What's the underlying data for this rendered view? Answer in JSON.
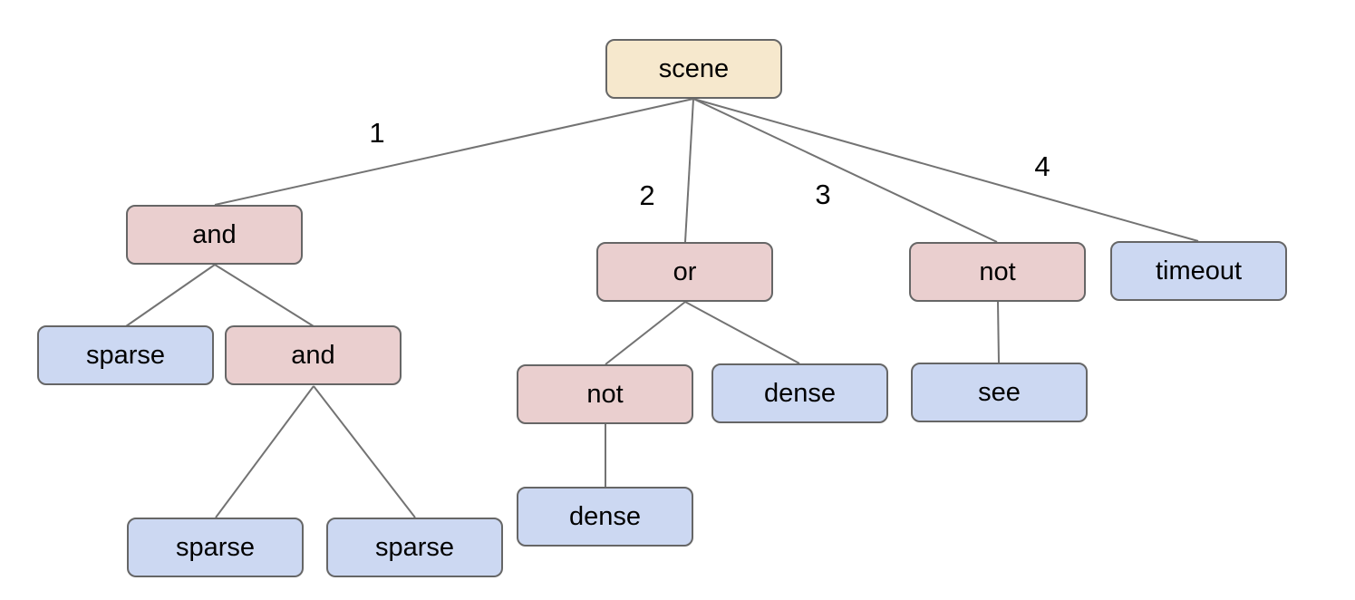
{
  "diagram": {
    "type": "tree",
    "colors": {
      "background": "#ffffff",
      "root_fill": "#f6e8cd",
      "operator_fill": "#eacfcf",
      "leaf_fill": "#ccd8f2",
      "node_border": "#666666",
      "edge_line": "#737373",
      "text": "#000000"
    },
    "nodes": [
      {
        "id": "scene",
        "label": "scene",
        "kind": "root"
      },
      {
        "id": "and-1",
        "label": "and",
        "kind": "operator"
      },
      {
        "id": "or-1",
        "label": "or",
        "kind": "operator"
      },
      {
        "id": "not-1",
        "label": "not",
        "kind": "operator"
      },
      {
        "id": "timeout",
        "label": "timeout",
        "kind": "leaf"
      },
      {
        "id": "sparse-1",
        "label": "sparse",
        "kind": "leaf"
      },
      {
        "id": "and-2",
        "label": "and",
        "kind": "operator"
      },
      {
        "id": "not-2",
        "label": "not",
        "kind": "operator"
      },
      {
        "id": "dense-1",
        "label": "dense",
        "kind": "leaf"
      },
      {
        "id": "see",
        "label": "see",
        "kind": "leaf"
      },
      {
        "id": "dense-2",
        "label": "dense",
        "kind": "leaf"
      },
      {
        "id": "sparse-2",
        "label": "sparse",
        "kind": "leaf"
      },
      {
        "id": "sparse-3",
        "label": "sparse",
        "kind": "leaf"
      }
    ],
    "edges": [
      {
        "from": "scene",
        "to": "and-1",
        "label": "1"
      },
      {
        "from": "scene",
        "to": "or-1",
        "label": "2"
      },
      {
        "from": "scene",
        "to": "not-1",
        "label": "3"
      },
      {
        "from": "scene",
        "to": "timeout",
        "label": "4"
      },
      {
        "from": "and-1",
        "to": "sparse-1",
        "label": ""
      },
      {
        "from": "and-1",
        "to": "and-2",
        "label": ""
      },
      {
        "from": "and-2",
        "to": "sparse-2",
        "label": ""
      },
      {
        "from": "and-2",
        "to": "sparse-3",
        "label": ""
      },
      {
        "from": "or-1",
        "to": "not-2",
        "label": ""
      },
      {
        "from": "or-1",
        "to": "dense-1",
        "label": ""
      },
      {
        "from": "not-2",
        "to": "dense-2",
        "label": ""
      },
      {
        "from": "not-1",
        "to": "see",
        "label": ""
      }
    ]
  }
}
